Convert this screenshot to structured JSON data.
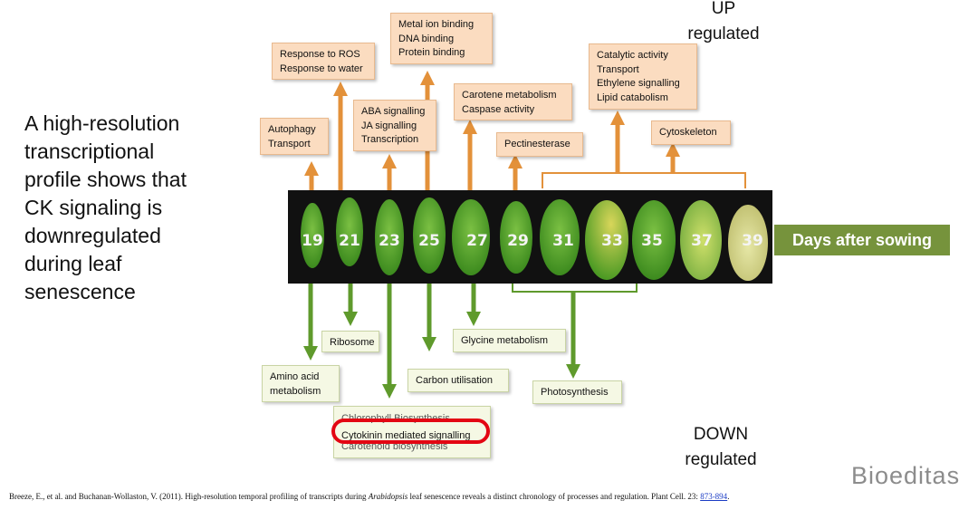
{
  "title_lines": [
    "A high-resolution",
    "transcriptional",
    "profile shows that",
    "CK signaling is",
    "downregulated",
    "during leaf",
    "senescence"
  ],
  "up_label": [
    "UP",
    "regulated"
  ],
  "down_label": [
    "DOWN",
    "regulated"
  ],
  "up_boxes": {
    "autophagy": [
      "Autophagy",
      "Transport"
    ],
    "ros": [
      "Response to ROS",
      "Response to water"
    ],
    "aba": [
      "ABA signalling",
      "JA signalling",
      "Transcription"
    ],
    "metal": [
      "Metal ion binding",
      "DNA binding",
      "Protein binding"
    ],
    "carotene": [
      "Carotene metabolism",
      "Caspase activity"
    ],
    "pectin": [
      "Pectinesterase"
    ],
    "catalytic": [
      "Catalytic activity",
      "Transport",
      "Ethylene signalling",
      "Lipid catabolism"
    ],
    "cytoskeleton": [
      "Cytoskeleton"
    ]
  },
  "down_boxes": {
    "ribosome": [
      "Ribosome"
    ],
    "amino": [
      "Amino acid",
      "metabolism"
    ],
    "carbon": [
      "Carbon utilisation"
    ],
    "glycine": [
      "Glycine metabolism"
    ],
    "photo": [
      "Photosynthesis"
    ],
    "chloro": [
      "Chlorophyll Biosynthesis",
      "Cytokinin mediated signalling",
      "Carotenoid biosynthesis"
    ]
  },
  "days": [
    "19",
    "21",
    "23",
    "25",
    "27",
    "29",
    "31",
    "33",
    "35",
    "37",
    "39"
  ],
  "days_banner": "Days after sowing",
  "watermark": "Bioeditas",
  "citation": {
    "pre": "Breeze, E., et al. and Buchanan-Wollaston, V. (2011). High-resolution temporal profiling of transcripts during ",
    "italic": "Arabidopsis",
    "post": " leaf senescence reveals a distinct chronology of processes and regulation. Plant Cell. 23: ",
    "link": "873-894",
    "end": "."
  },
  "colors": {
    "up_arrow": "#e3913a",
    "down_arrow": "#5f9a2c",
    "banner": "#76933c",
    "highlight": "#e30613"
  }
}
